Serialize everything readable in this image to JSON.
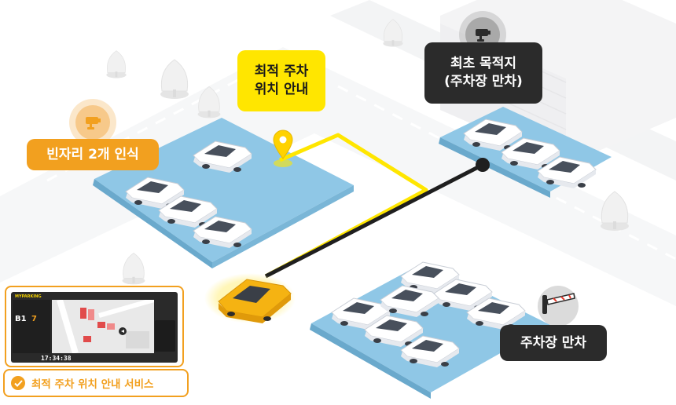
{
  "labels": {
    "vacant_spots": "빈자리 2개 인식",
    "optimal_guide_line1": "최적 주차",
    "optimal_guide_line2": "위치 안내",
    "initial_destination_line1": "최초 목적지",
    "initial_destination_line2": "(주차장 만차)",
    "lot_full": "주차장 만차"
  },
  "service_label": "최적 주차 위치 안내 서비스",
  "app": {
    "brand": "MYPARKING",
    "floor": "B1",
    "count": "7",
    "clock": "17:34:38"
  },
  "icons": {
    "cctv": "cctv-camera-icon",
    "pin": "location-pin-icon",
    "barrier": "parking-barrier-icon",
    "check": "check-icon"
  },
  "colors": {
    "accent_orange": "#f2a01f",
    "accent_yellow": "#ffe600",
    "dark": "#2b2b2b",
    "parking_lot": "#8fc7e6",
    "taxi": "#f5b312"
  }
}
